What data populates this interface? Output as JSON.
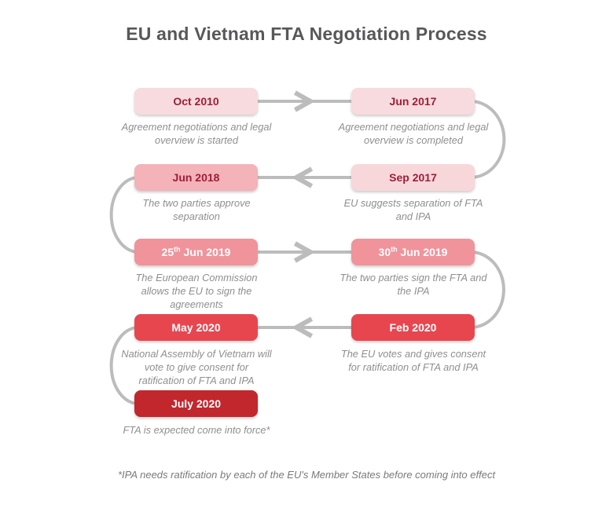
{
  "title": "EU and Vietnam FTA Negotiation Process",
  "footnote": "*IPA needs ratification by each of the EU's Member States before coming into effect",
  "colors": {
    "stage_lightest": "#f8dbde",
    "stage_light": "#f4b2b9",
    "stage_medium": "#f0939b",
    "stage_strong": "#e8464f",
    "stage_darkest": "#c1272d",
    "label_dark_red": "#a01d35",
    "label_white": "#ffffff",
    "connector_gray": "#bcbcbc",
    "title_gray": "#58585a",
    "caption_gray": "#8f8f8f"
  },
  "steps": [
    {
      "label_pre": "Oct 2010",
      "label_sup": "",
      "label_post": "",
      "caption": "Agreement negotiations and legal overview is started",
      "bg": "#f8dbde",
      "fg": "#a01d35"
    },
    {
      "label_pre": "Jun 2017",
      "label_sup": "",
      "label_post": "",
      "caption": "Agreement negotiations and legal overview is completed",
      "bg": "#f8dbde",
      "fg": "#a01d35"
    },
    {
      "label_pre": "Sep 2017",
      "label_sup": "",
      "label_post": "",
      "caption": "EU suggests separation of FTA and IPA",
      "bg": "#f8d7db",
      "fg": "#a01d35"
    },
    {
      "label_pre": "Jun 2018",
      "label_sup": "",
      "label_post": "",
      "caption": "The two parties approve separation",
      "bg": "#f4b2b9",
      "fg": "#a01d35"
    },
    {
      "label_pre": "25",
      "label_sup": "th",
      "label_post": " Jun 2019",
      "caption": "The European Commission allows the EU to sign the agreements",
      "bg": "#f0939b",
      "fg": "#ffffff"
    },
    {
      "label_pre": "30",
      "label_sup": "th",
      "label_post": " Jun 2019",
      "caption": "The two parties sign the FTA and the IPA",
      "bg": "#f0939b",
      "fg": "#ffffff"
    },
    {
      "label_pre": "Feb 2020",
      "label_sup": "",
      "label_post": "",
      "caption": "The EU votes and gives consent for ratification of FTA and IPA",
      "bg": "#e8464f",
      "fg": "#ffffff"
    },
    {
      "label_pre": "May 2020",
      "label_sup": "",
      "label_post": "",
      "caption": "National Assembly of Vietnam will vote to give consent for ratification of FTA and IPA",
      "bg": "#e8464f",
      "fg": "#ffffff"
    },
    {
      "label_pre": "July 2020",
      "label_sup": "",
      "label_post": "",
      "caption": "FTA is expected come into force*",
      "bg": "#c1272d",
      "fg": "#ffffff"
    }
  ]
}
